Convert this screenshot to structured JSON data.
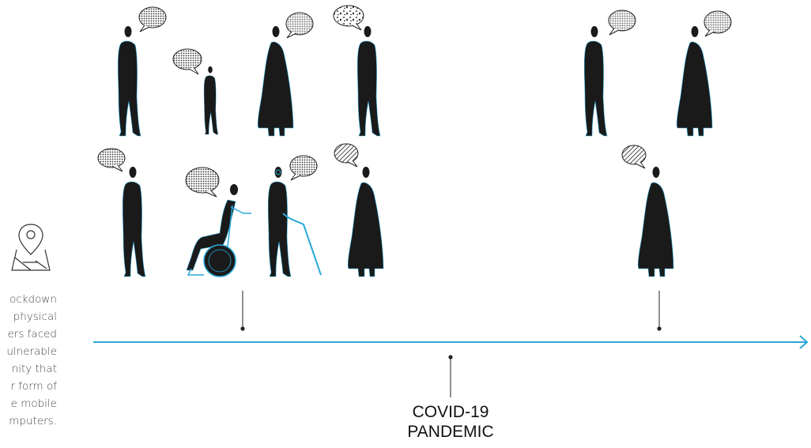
{
  "caption": {
    "lines": [
      "ockdown",
      "physical",
      "ers faced",
      "ulnerable",
      "nity that",
      "r form of",
      "e mobile",
      "mputers."
    ]
  },
  "timeline": {
    "event": {
      "line1": "COVID-19",
      "line2": "PANDEMIC"
    }
  },
  "colors": {
    "figure": "#1a1a1a",
    "accent": "#29a8d8",
    "line": "#222222"
  },
  "icons": {
    "location": "map-pin-icon",
    "speech": "speech-bubble-icon"
  }
}
